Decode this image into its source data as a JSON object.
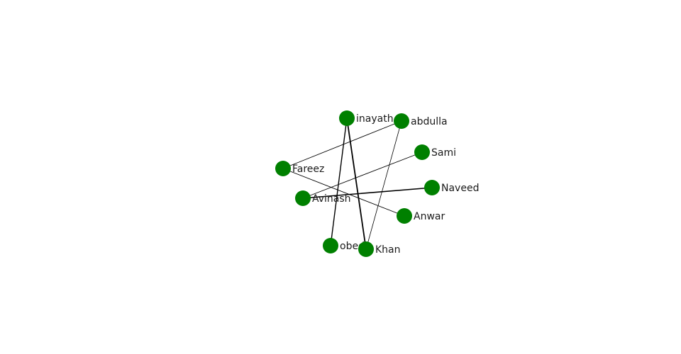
{
  "graph": {
    "node_color": "#008000",
    "edge_color": "#000000",
    "nodes": [
      {
        "id": "inayath",
        "label": "inayath"
      },
      {
        "id": "abdulla",
        "label": "abdulla"
      },
      {
        "id": "Sami",
        "label": "Sami"
      },
      {
        "id": "Fareez",
        "label": "Fareez"
      },
      {
        "id": "Naveed",
        "label": "Naveed"
      },
      {
        "id": "Avinash",
        "label": "Avinash"
      },
      {
        "id": "Anwar",
        "label": "Anwar"
      },
      {
        "id": "obedh",
        "label": "obedh"
      },
      {
        "id": "Khan",
        "label": "Khan"
      }
    ],
    "edges": [
      {
        "source": "inayath",
        "target": "obedh"
      },
      {
        "source": "inayath",
        "target": "Khan"
      },
      {
        "source": "abdulla",
        "target": "Fareez"
      },
      {
        "source": "abdulla",
        "target": "Khan"
      },
      {
        "source": "Sami",
        "target": "Avinash"
      },
      {
        "source": "Fareez",
        "target": "Anwar"
      },
      {
        "source": "Avinash",
        "target": "Naveed"
      }
    ]
  }
}
